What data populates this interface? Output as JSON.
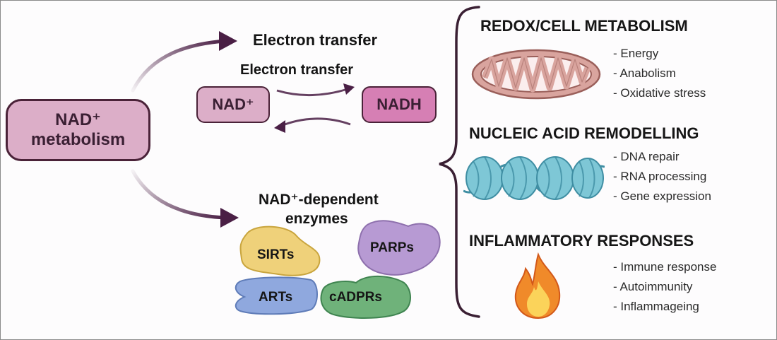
{
  "nad_box": {
    "line1": "NAD⁺",
    "line2": "metabolism"
  },
  "electron": {
    "label_top": "Electron transfer",
    "label_mid": "Electron transfer",
    "nad": "NAD⁺",
    "nadh": "NADH"
  },
  "enzymes": {
    "title_line1": "NAD⁺-dependent",
    "title_line2": "enzymes",
    "items": [
      "SIRTs",
      "PARPs",
      "ARTs",
      "cADPRs"
    ]
  },
  "sections": [
    {
      "title": "REDOX/CELL METABOLISM",
      "bullets": [
        "- Energy",
        "- Anabolism",
        "- Oxidative stress"
      ]
    },
    {
      "title": "NUCLEIC ACID REMODELLING",
      "bullets": [
        "- DNA repair",
        "- RNA processing",
        "- Gene expression"
      ]
    },
    {
      "title": "INFLAMMATORY RESPONSES",
      "bullets": [
        "- Immune response",
        "- Autoimmunity",
        "- Inflammageing"
      ]
    }
  ],
  "icons": [
    "mitochondrion-icon",
    "nucleosome-icon",
    "flame-icon"
  ],
  "colors": {
    "nad_fill": "#dcaec8",
    "nadh_fill": "#d67fb4",
    "arrow": "#4a1f45",
    "sirts": "#efd17a",
    "parps": "#b79ad3",
    "arts": "#8fa8de",
    "cadprs": "#6fb27a",
    "mito": "#d9a49e",
    "dna": "#7ec7d6",
    "flame": "#f08a2a"
  }
}
